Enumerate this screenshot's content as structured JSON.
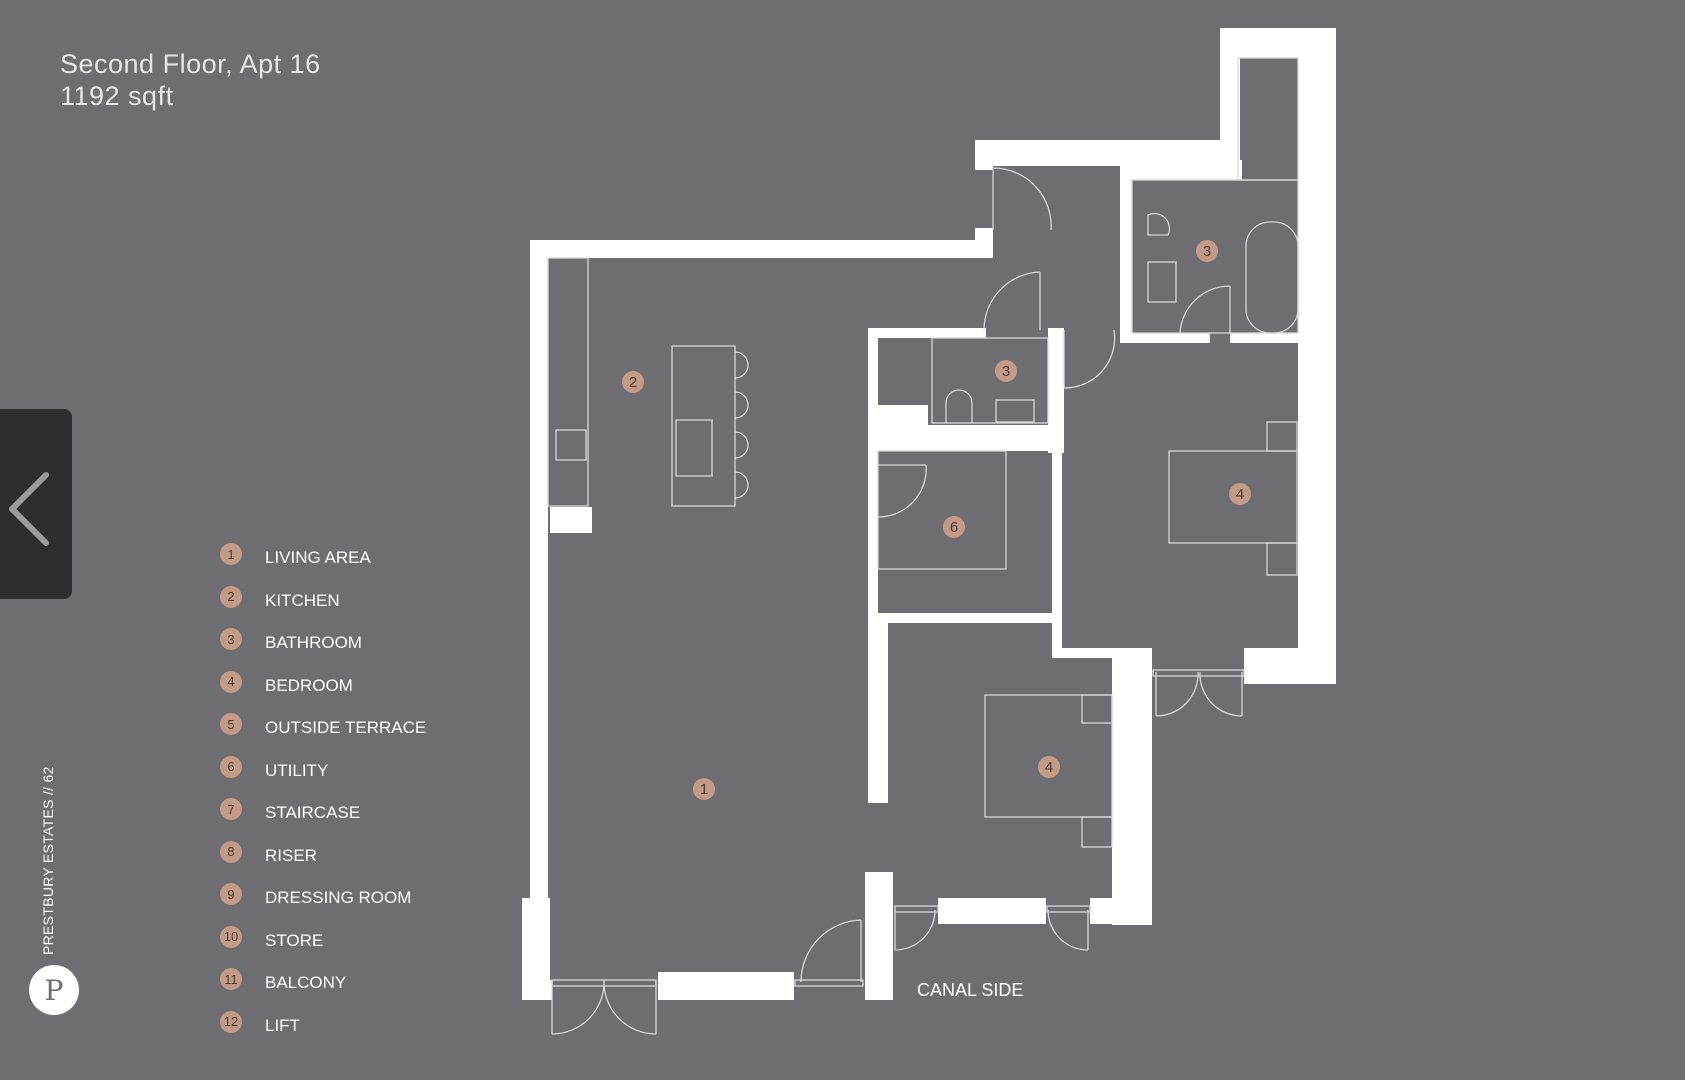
{
  "header": {
    "title": "Second Floor, Apt 16",
    "area": "1192 sqft"
  },
  "brand": {
    "vertical_text": "PRESTBURY ESTATES  //  62",
    "logo_letter": "P"
  },
  "legend": [
    {
      "num": "1",
      "label": "LIVING AREA"
    },
    {
      "num": "2",
      "label": "KITCHEN"
    },
    {
      "num": "3",
      "label": "BATHROOM"
    },
    {
      "num": "4",
      "label": "BEDROOM"
    },
    {
      "num": "5",
      "label": "OUTSIDE TERRACE"
    },
    {
      "num": "6",
      "label": "UTILITY"
    },
    {
      "num": "7",
      "label": "STAIRCASE"
    },
    {
      "num": "8",
      "label": "RISER"
    },
    {
      "num": "9",
      "label": "DRESSING ROOM"
    },
    {
      "num": "10",
      "label": "STORE"
    },
    {
      "num": "11",
      "label": "BALCONY"
    },
    {
      "num": "12",
      "label": "LIFT"
    }
  ],
  "plan": {
    "canal_label": "CANAL SIDE",
    "room_markers": [
      "2",
      "3",
      "3",
      "6",
      "4",
      "4",
      "1"
    ]
  },
  "colors": {
    "background": "#6e6e72",
    "wall": "#ffffff",
    "marker": "#c39a86",
    "tab": "#2e2e30"
  },
  "icons": {
    "back": "chevron-left-icon",
    "logo": "prestbury-logo"
  }
}
